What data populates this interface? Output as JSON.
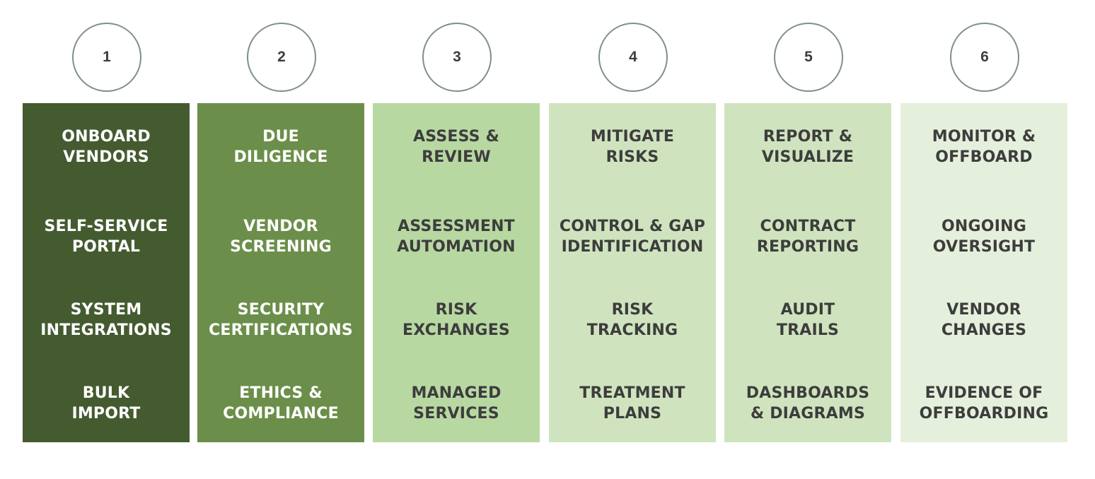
{
  "steps": [
    {
      "number": "1",
      "color": "#445b30",
      "text_color": "#ffffff",
      "items": [
        "ONBOARD\nVENDORS",
        "SELF-SERVICE\nPORTAL",
        "SYSTEM\nINTEGRATIONS",
        "BULK\nIMPORT"
      ]
    },
    {
      "number": "2",
      "color": "#6b8f4a",
      "text_color": "#ffffff",
      "items": [
        "DUE\nDILIGENCE",
        "VENDOR\nSCREENING",
        "SECURITY\nCERTIFICATIONS",
        "ETHICS &\nCOMPLIANCE"
      ]
    },
    {
      "number": "3",
      "color": "#b8d8a2",
      "text_color": "#3d3d3d",
      "items": [
        "ASSESS &\nREVIEW",
        "ASSESSMENT\nAUTOMATION",
        "RISK\nEXCHANGES",
        "MANAGED\nSERVICES"
      ]
    },
    {
      "number": "4",
      "color": "#cfe4be",
      "text_color": "#3d3d3d",
      "items": [
        "MITIGATE\nRISKS",
        "CONTROL & GAP\nIDENTIFICATION",
        "RISK\nTRACKING",
        "TREATMENT\nPLANS"
      ]
    },
    {
      "number": "5",
      "color": "#cfe4be",
      "text_color": "#3d3d3d",
      "items": [
        "REPORT &\nVISUALIZE",
        "CONTRACT\nREPORTING",
        "AUDIT\nTRAILS",
        "DASHBOARDS\n& DIAGRAMS"
      ]
    },
    {
      "number": "6",
      "color": "#e5f0dc",
      "text_color": "#3d3d3d",
      "items": [
        "MONITOR &\nOFFBOARD",
        "ONGOING\nOVERSIGHT",
        "VENDOR\nCHANGES",
        "EVIDENCE OF\nOFFBOARDING"
      ]
    }
  ]
}
